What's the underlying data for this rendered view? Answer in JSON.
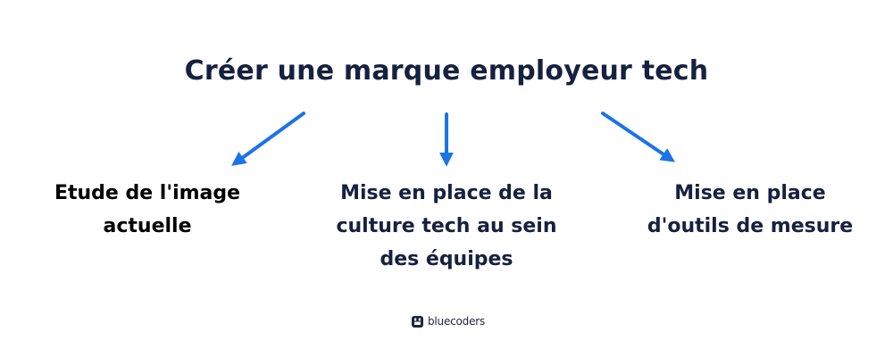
{
  "title": "Créer une marque employeur tech",
  "branches": [
    {
      "lines": [
        "Etude de l'image",
        "actuelle"
      ]
    },
    {
      "lines": [
        "Mise en place de la",
        "culture tech au sein",
        "des équipes"
      ]
    },
    {
      "lines": [
        "Mise en place",
        "d'outils de mesure"
      ]
    }
  ],
  "brand": {
    "name": "bluecoders",
    "icon": "bluecoders-logo-icon"
  },
  "colors": {
    "title": "#15213f",
    "arrow": "#1a73e8",
    "left_text": "#000000",
    "text": "#15213f"
  }
}
